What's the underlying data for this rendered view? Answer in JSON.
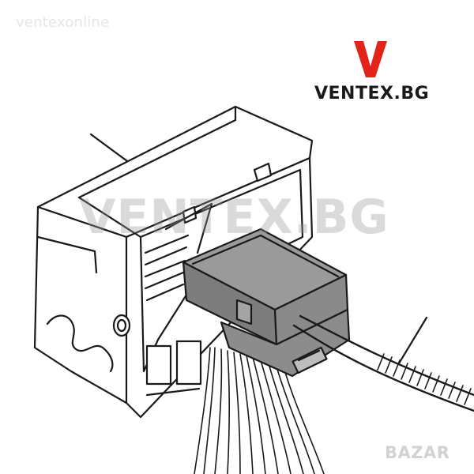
{
  "watermarks": {
    "top_left": "ventexonline",
    "center": "VENTEX.BG",
    "bottom_right": "BAZAR"
  },
  "logo": {
    "letter": "V",
    "text": "VENTEX.BG",
    "accent_color": "#e2231a"
  },
  "colors": {
    "line": "#1a1a1a",
    "connector_fill": "#8c8c8c",
    "connector_dark": "#6f6f6f",
    "housing_fill": "#ffffff"
  }
}
